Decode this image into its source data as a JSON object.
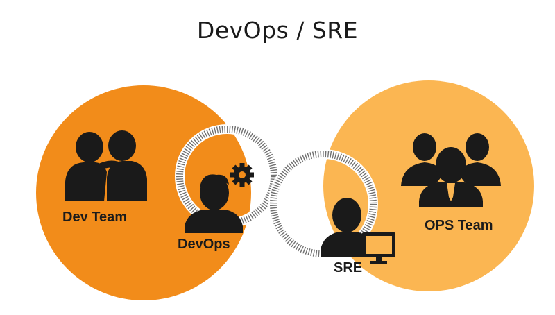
{
  "title": "DevOps / SRE",
  "labels": {
    "dev_team": "Dev Team",
    "ops_team": "OPS Team",
    "devops": "DevOps",
    "sre": "SRE"
  },
  "colors": {
    "dev_circle": "#f28c1a",
    "ops_circle": "#fbb652",
    "icon": "#1a1a1a",
    "ring": "#7a7a7a"
  },
  "icons": [
    "two-people-icon",
    "three-people-icon",
    "person-gear-icon",
    "person-monitor-icon",
    "gear-icon",
    "monitor-icon"
  ]
}
